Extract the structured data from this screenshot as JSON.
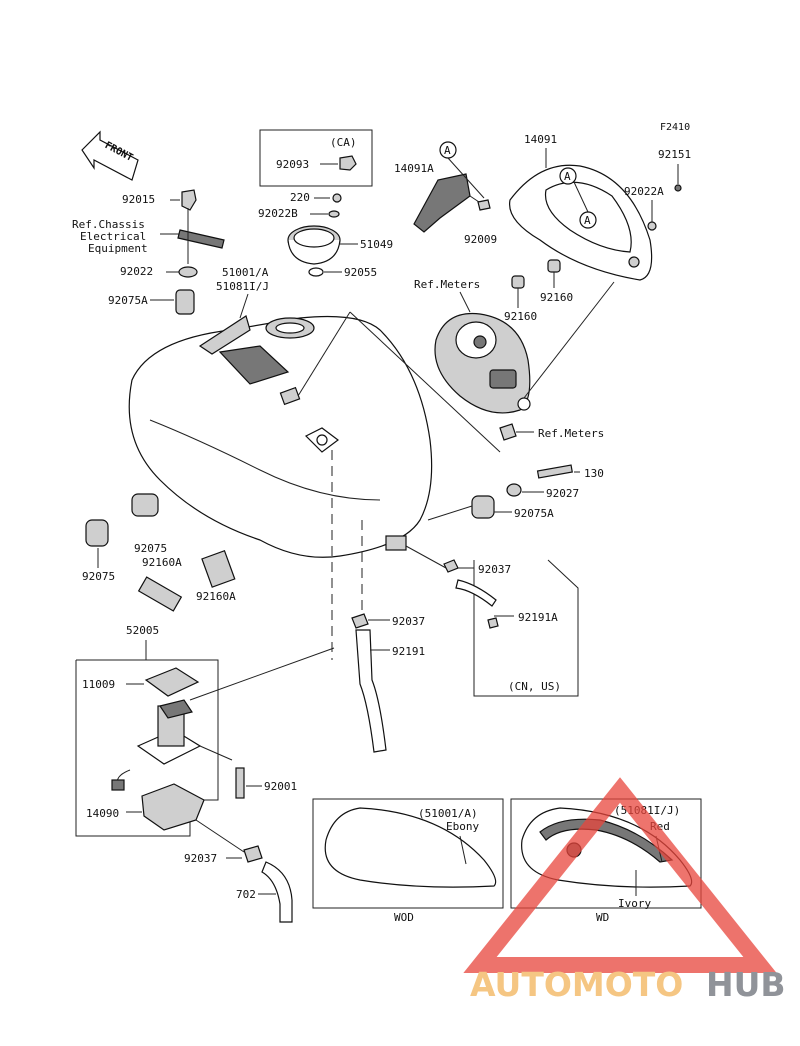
{
  "figure_code": "F2410",
  "front_label": "FRONT",
  "variant_ca": "(CA)",
  "variant_cn_us": "(CN, US)",
  "parts": {
    "p92093": "92093",
    "p220": "220",
    "p92022B": "92022B",
    "p51049": "51049",
    "p92055": "92055",
    "p92015": "92015",
    "ref_chassis_1": "Ref.Chassis",
    "ref_chassis_2": "Electrical",
    "ref_chassis_3": "Equipment",
    "p92022": "92022",
    "p51001A": "51001/A",
    "p51081IJ": "51081I/J",
    "p92075A_top": "92075A",
    "p14091A": "14091A",
    "p92009": "92009",
    "p14091": "14091",
    "p92151": "92151",
    "p92022A": "92022A",
    "ref_meters_top": "Ref.Meters",
    "p92160_left": "92160",
    "p92160_right": "92160",
    "ref_meters_bottom": "Ref.Meters",
    "p130": "130",
    "p92027": "92027",
    "p92075A_right": "92075A",
    "p92075_a": "92075",
    "p92160A_a": "92160A",
    "p92075_b": "92075",
    "p92160A_b": "92160A",
    "p92037_right": "92037",
    "p92191A": "92191A",
    "p92037_mid": "92037",
    "p92191": "92191",
    "p52005": "52005",
    "p11009": "11009",
    "p92001": "92001",
    "p14090": "14090",
    "p92037_bottom": "92037",
    "p702": "702"
  },
  "callout_letter": "A",
  "inset_left": {
    "part": "(51001/A)",
    "color": "Ebony",
    "code": "WOD"
  },
  "inset_right": {
    "part": "(51081I/J)",
    "color_top": "Red",
    "color_bottom": "Ivory",
    "code": "WD"
  },
  "watermark": {
    "text_a": "AUTOMOTO",
    "text_b": "HUB",
    "color_a": "#f2b35a",
    "color_b": "#6b6f77",
    "triangle_color": "#e8453c"
  }
}
